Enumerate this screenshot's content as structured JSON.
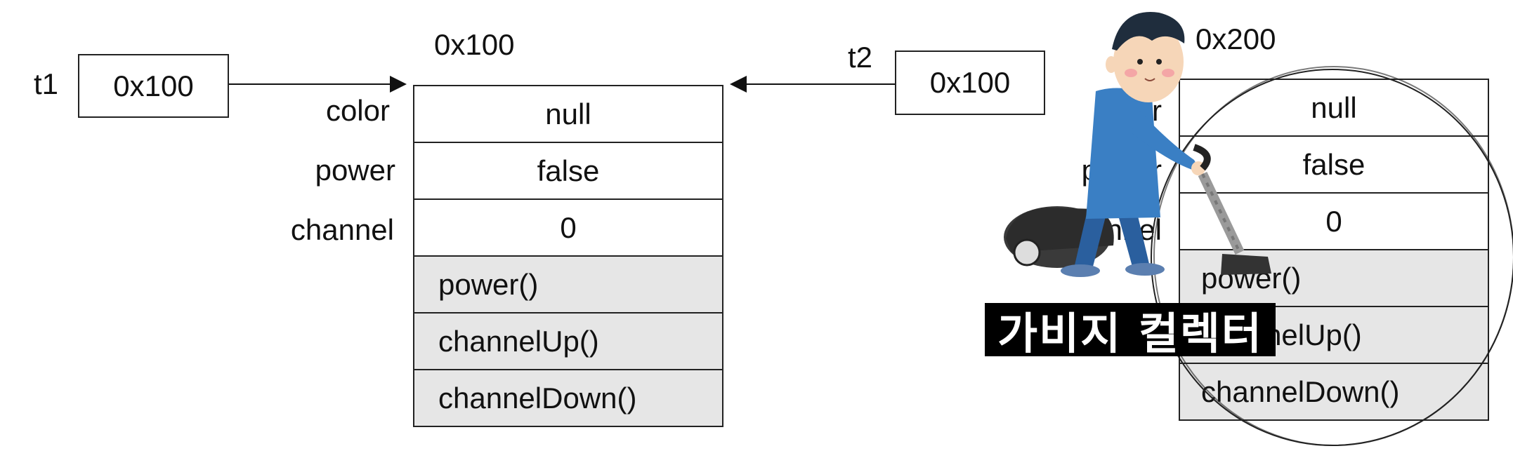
{
  "var_t1": {
    "name": "t1",
    "value": "0x100"
  },
  "var_t2": {
    "name": "t2",
    "value": "0x100"
  },
  "object1": {
    "address": "0x100",
    "fields": [
      {
        "name": "color",
        "value": "null"
      },
      {
        "name": "power",
        "value": "false"
      },
      {
        "name": "channel",
        "value": "0"
      }
    ],
    "methods": [
      "power()",
      "channelUp()",
      "channelDown()"
    ]
  },
  "object2": {
    "address": "0x200",
    "fields": [
      {
        "name": "color",
        "value": "null"
      },
      {
        "name": "power",
        "value": "false"
      },
      {
        "name": "channel",
        "value": "0"
      }
    ],
    "methods": [
      "power()",
      "channelUp()",
      "channelDown()"
    ]
  },
  "garbage_collector": {
    "label": "가비지 컬렉터",
    "icon": "person-vacuuming-icon"
  },
  "colors": {
    "method_bg": "#e6e6e6",
    "shirt": "#3a7fc4",
    "pants": "#2a5f9e",
    "label_bg": "#000000"
  }
}
